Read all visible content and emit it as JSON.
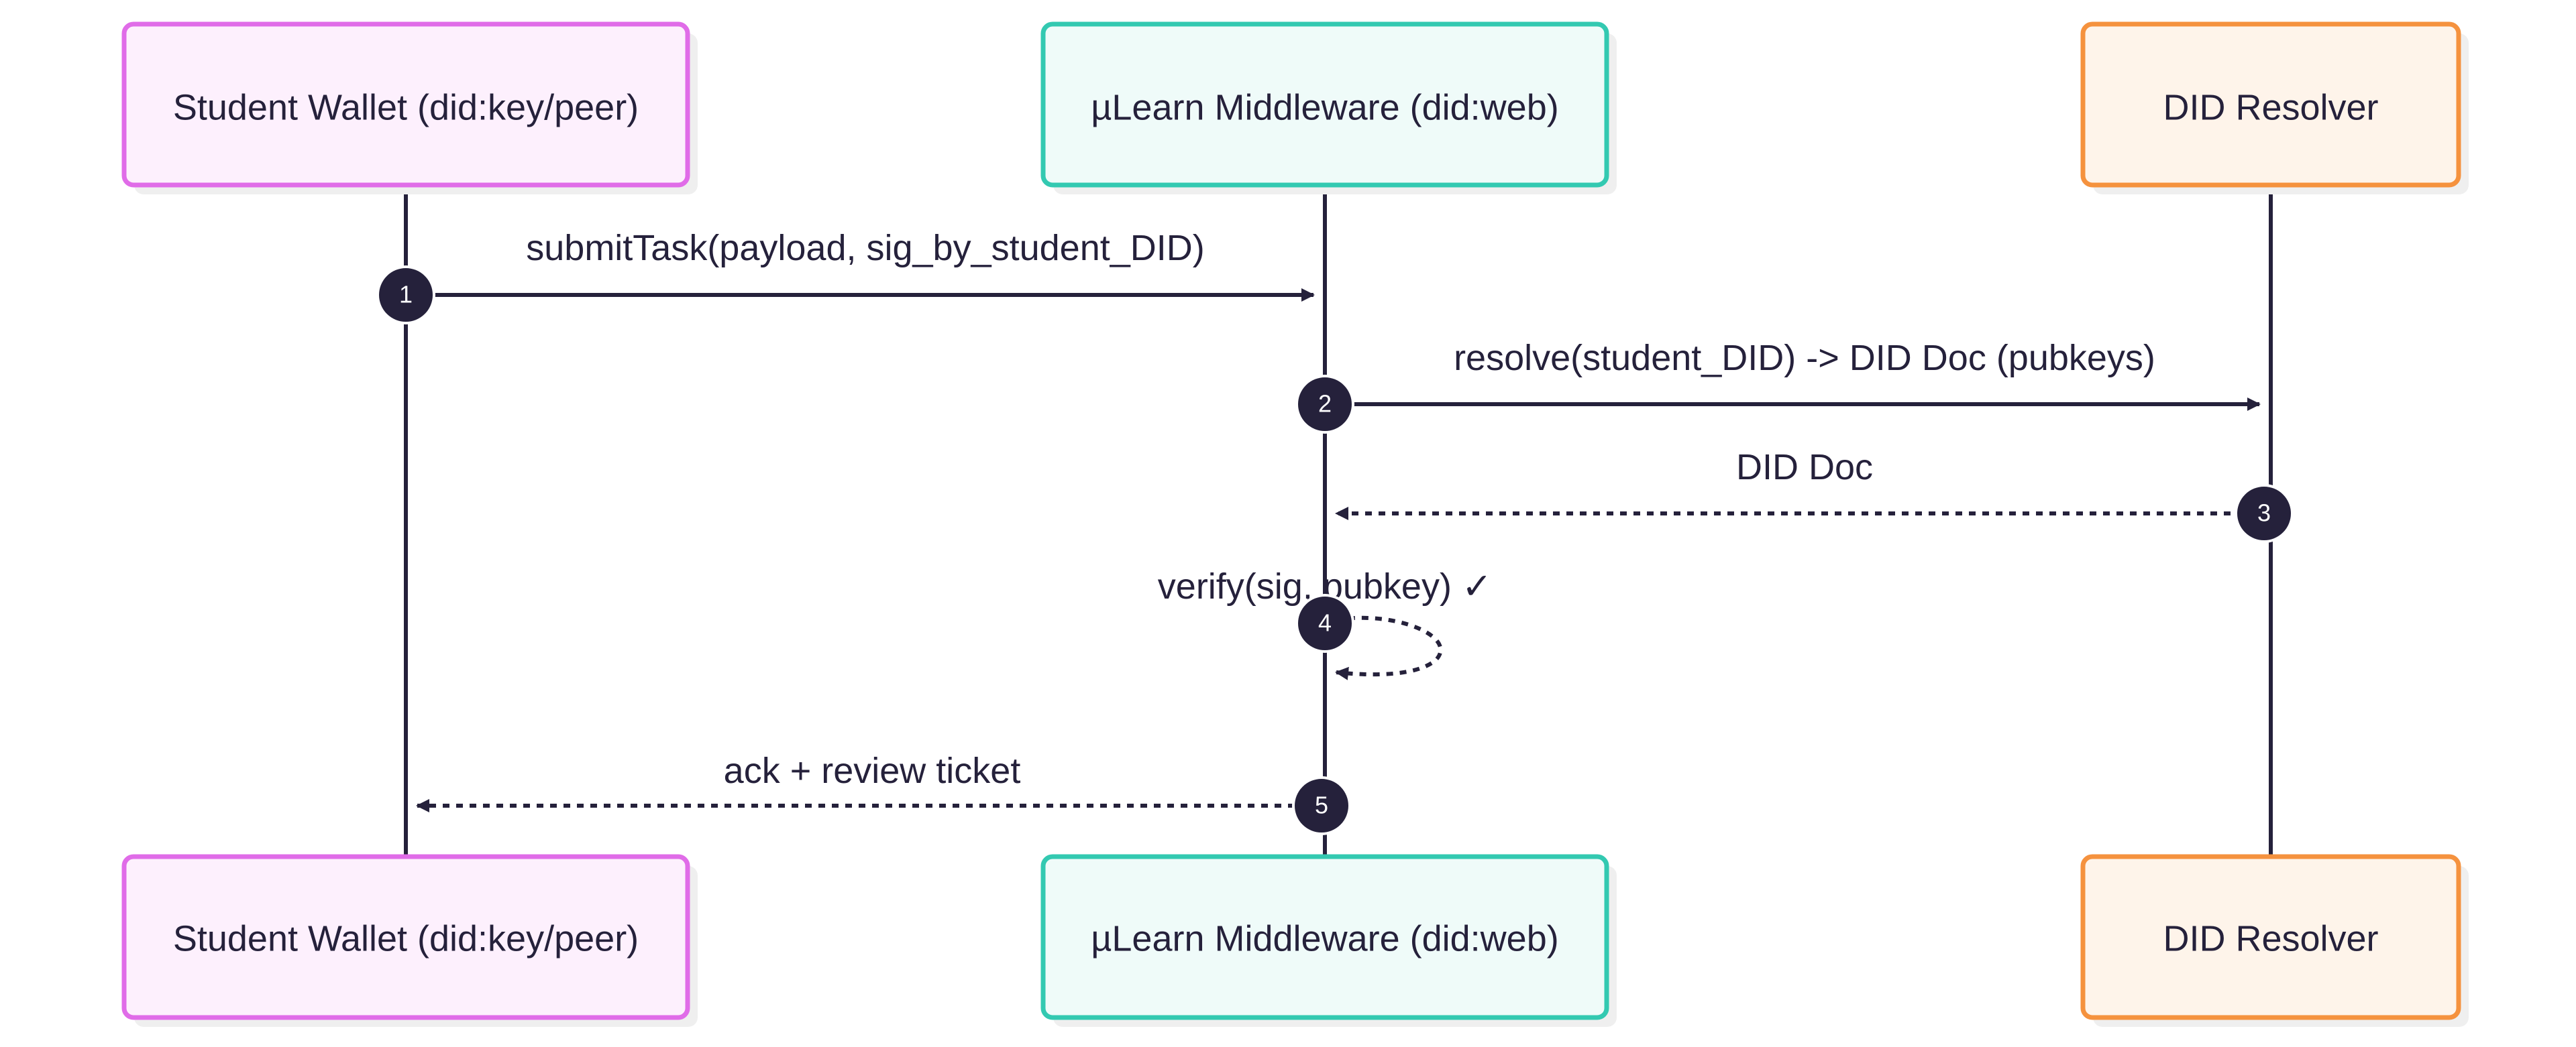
{
  "participants": [
    {
      "id": "wallet",
      "label": "Student Wallet (did:key/peer)",
      "stroke": "#e06ce8",
      "fill": "#fdf0fd"
    },
    {
      "id": "middleware",
      "label": "µLearn Middleware (did:web)",
      "stroke": "#33c9b1",
      "fill": "#effbf9"
    },
    {
      "id": "resolver",
      "label": "DID Resolver",
      "stroke": "#f5923e",
      "fill": "#fef4ea"
    }
  ],
  "messages": [
    {
      "step": "1",
      "from": "wallet",
      "to": "middleware",
      "text": "submitTask(payload, sig_by_student_DID)",
      "style": "solid"
    },
    {
      "step": "2",
      "from": "middleware",
      "to": "resolver",
      "text": "resolve(student_DID) -> DID Doc (pubkeys)",
      "style": "solid"
    },
    {
      "step": "3",
      "from": "resolver",
      "to": "middleware",
      "text": "DID Doc",
      "style": "dotted"
    },
    {
      "step": "4",
      "from": "middleware",
      "to": "middleware",
      "text": "verify(sig, pubkey) ✓",
      "style": "dotted"
    },
    {
      "step": "5",
      "from": "middleware",
      "to": "wallet",
      "text": "ack + review ticket",
      "style": "dotted"
    }
  ],
  "colors": {
    "line": "#25213b",
    "step_badge": "#25213b",
    "shadow": "#efefef"
  }
}
